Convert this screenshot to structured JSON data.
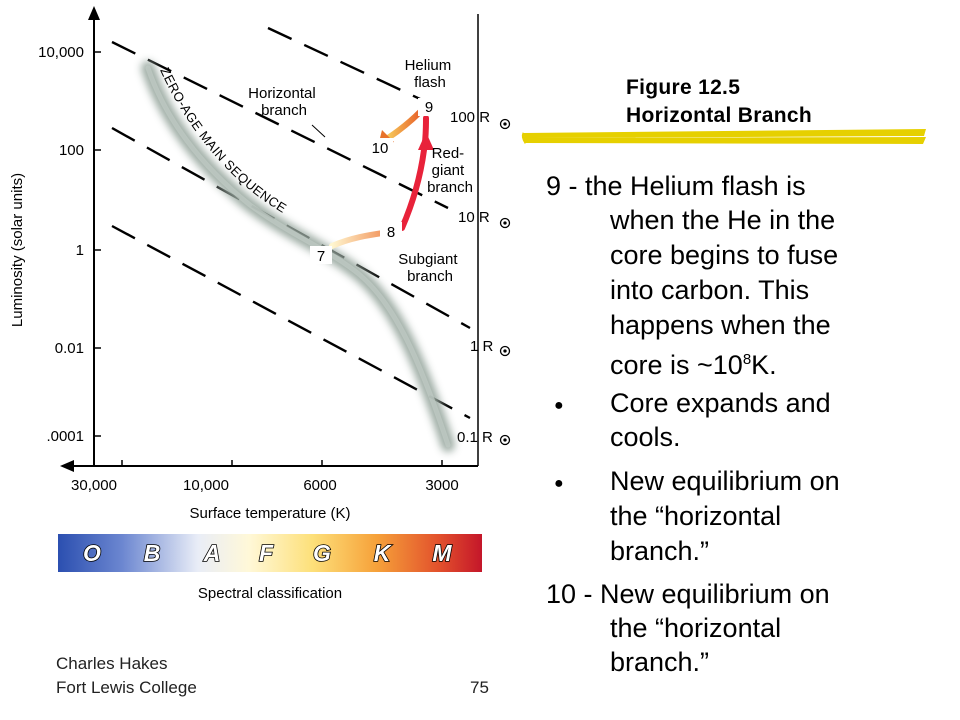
{
  "figure": {
    "number": "Figure 12.5",
    "title": "Horizontal Branch"
  },
  "body_text": {
    "step9_prefix": "9 -  the Helium flash is",
    "step9_lines": [
      "when the He in the",
      "core begins to fuse",
      "into carbon.  This",
      "happens when the"
    ],
    "step9_temp_prefix": "core is ~10",
    "step9_temp_exp": "8",
    "step9_temp_suffix": "K.",
    "bullet1": [
      "Core expands and",
      "cools."
    ],
    "bullet2": [
      "New equilibrium  on",
      "the “horizontal",
      "branch.”"
    ],
    "step10_prefix": "10 - New equilibrium  on",
    "step10_lines": [
      "the “horizontal",
      "branch.”"
    ],
    "bullet_char": "●"
  },
  "diagram": {
    "y_axis_label": "Luminosity (solar units)",
    "x_axis_label": "Surface temperature (K)",
    "y_ticks": [
      "10,000",
      "100",
      "1",
      "0.01",
      ".0001"
    ],
    "x_ticks": [
      "30,000",
      "10,000",
      "6000",
      "3000"
    ],
    "main_sequence_label": "ZERO-AGE MAIN SEQUENCE",
    "labels": {
      "horizontal_branch": [
        "Horizontal",
        "branch"
      ],
      "helium_flash": [
        "Helium",
        "flash"
      ],
      "red_giant_branch": [
        "Red-",
        "giant",
        "branch"
      ],
      "subgiant_branch": [
        "Subgiant",
        "branch"
      ]
    },
    "stage_numbers": [
      "7",
      "8",
      "9",
      "10"
    ],
    "radius_lines": [
      "100 R",
      "10 R",
      "1 R",
      "0.1 R"
    ],
    "spectral_letters": [
      "O",
      "B",
      "A",
      "F",
      "G",
      "K",
      "M"
    ],
    "spectral_caption": "Spectral classification",
    "colors": {
      "red_giant": "#e8223a",
      "subgiant": "#f3b27a",
      "horizontal": "#e8722a",
      "main_sequence": "#9aa9a0",
      "underline": "#e6d000"
    }
  },
  "footer": {
    "author": "Charles Hakes",
    "institution": "Fort Lewis College",
    "page": "75"
  }
}
